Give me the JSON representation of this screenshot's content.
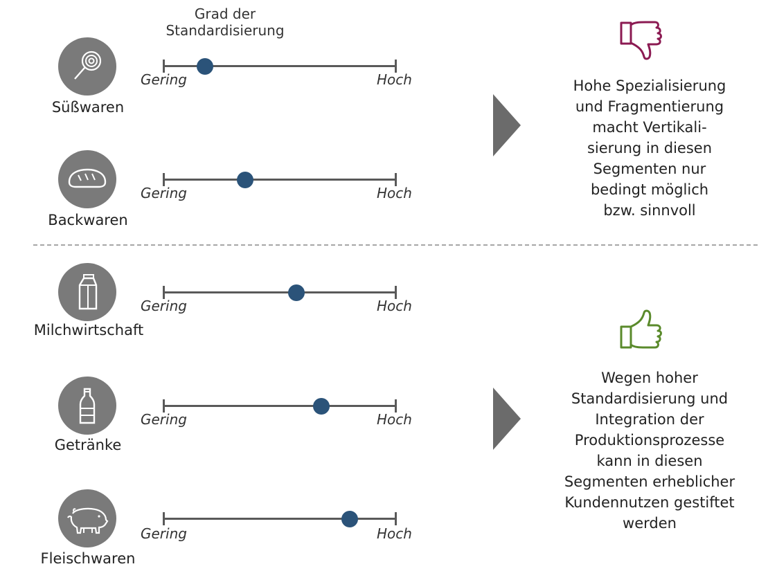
{
  "scale_title": "Grad der Standardisierung",
  "scale_low_label": "Gering",
  "scale_high_label": "Hoch",
  "segments": [
    {
      "label": "Süßwaren",
      "icon": "lollipop-icon",
      "standardization": 0.18
    },
    {
      "label": "Backwaren",
      "icon": "bread-icon",
      "standardization": 0.35
    },
    {
      "label": "Milchwirtschaft",
      "icon": "milk-carton-icon",
      "standardization": 0.57
    },
    {
      "label": "Getränke",
      "icon": "bottle-icon",
      "standardization": 0.68
    },
    {
      "label": "Fleischwaren",
      "icon": "pig-icon",
      "standardization": 0.8
    }
  ],
  "conclusions": [
    {
      "icon": "thumbs-down-icon",
      "color": "#8b1a52",
      "lines": [
        "Hohe Spezialisierung",
        "und Fragmentierung",
        "macht Vertikali-",
        "sierung in diesen",
        "Segmenten nur",
        "bedingt möglich",
        "bzw. sinnvoll"
      ]
    },
    {
      "icon": "thumbs-up-icon",
      "color": "#5a8a2b",
      "lines": [
        "Wegen hoher",
        "Standardisierung und",
        "Integration der",
        "Produktionsprozesse",
        "kann in diesen",
        "Segmenten erheblicher",
        "Kundennutzen gestiftet",
        "werden"
      ]
    }
  ],
  "colors": {
    "marker": "#2b5379",
    "icon_circle": "#7a7a7a",
    "arrow": "#6b6b6b"
  }
}
